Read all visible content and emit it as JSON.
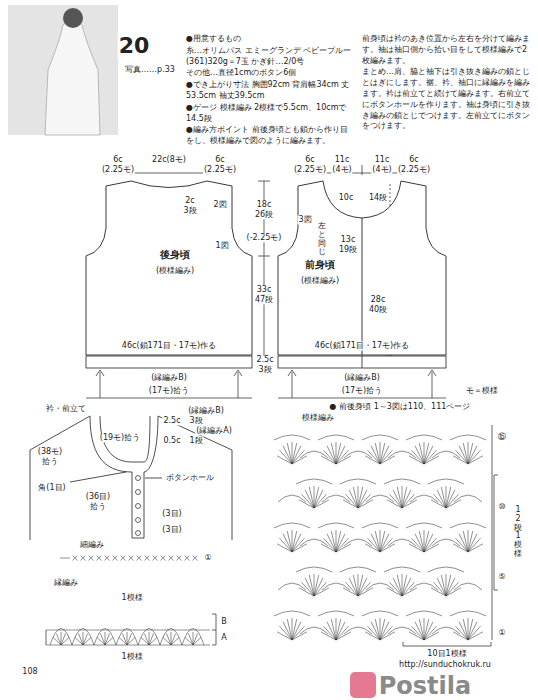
{
  "diagram": {
    "nodes": [
      {
        "text": [
          "後身頃",
          "(模様編み)"
        ]
      },
      {
        "text": [
          "前身頃",
          "(模様編み)"
        ]
      }
    ],
    "labels": [
      "20",
      "写真……p.33",
      "●用意するもの",
      "糸…オリムパス エミーグランデ ベビーブルー(361)320g＝7玉 かぎ針…2/0号",
      "その他…直径1cmのボタン6個",
      "●でき上がり寸法 胸囲92cm 背肩幅34cm 丈53.5cm 袖丈39.5cm",
      "●ゲージ 模様編み 2模様で5.5cm、10cmで14.5段",
      "●編み方ポイント 前後身頃とも鎖から作り目をし、模様編みで図のように編みます。",
      "前身頃は衿のあき位置から左右を分けて編みます。袖は袖口側から拾い目をして模様編みで2枚編みます。",
      "まとめ…肩、脇と袖下は引き抜き編みの鎖とじとはぎにします。裾、衿、袖口に縁編みを編みます。衿は前立てと続けて編みます。右前立てにボタンホールを作ります。袖は身頃に引き抜き編みの鎖とじでつけます。左前立てにボタンをつけます。",
      "6c",
      "(2.25モ)",
      "22c(8モ)",
      "6c",
      "(2.25モ)",
      "3段",
      "2c",
      "2図",
      "1図",
      "18c",
      "26段",
      "(-2.25モ)",
      "33c",
      "47段",
      "6c",
      "(2.25モ)",
      "11c",
      "(4モ)",
      "11c",
      "(4モ)",
      "6c",
      "(2.25モ)",
      "10c",
      "14段",
      "3図",
      "左と同じ",
      "13c",
      "19段",
      "28c",
      "40段",
      "46c(鎖171目・17モ)作る",
      "46c(鎖171目・17モ)作る",
      "2.5c",
      "3段",
      "(縁編みB)",
      "(縁編みB)",
      "(17モ)拾う",
      "(17モ)拾う",
      "モ＝模様",
      "● 前後身頃 1～3図は110、111ページ",
      "衿・前立て",
      "(縁編みB)",
      "2.5c",
      "3段",
      "(縁編みA)",
      "0.5c",
      "1段",
      "(19モ)拾う",
      "(38モ)",
      "拾う",
      "角(1目)",
      "ボタンホール",
      "(36目)",
      "拾う",
      "(3目)",
      "(3目)",
      "細編み",
      "①",
      "縁編み",
      "1模様",
      "B",
      "A",
      "1模様",
      "模様編み",
      "⑮",
      "⑩",
      "⑤",
      "①",
      "12段1模様",
      "10目1模様",
      "108",
      "http://sunduchokruk.ru",
      "Postila"
    ]
  }
}
